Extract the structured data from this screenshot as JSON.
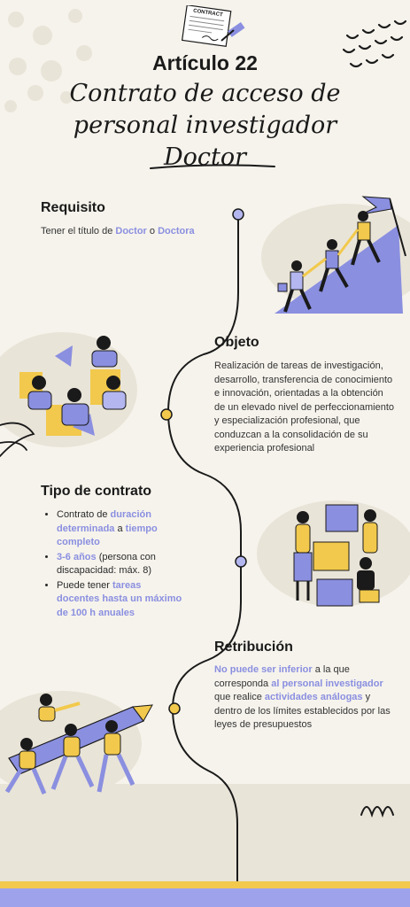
{
  "header": {
    "contract_label": "CONTRACT",
    "article": "Artículo 22",
    "subtitle_lines": [
      "Contrato de acceso de",
      "personal investigador",
      "Doctor"
    ]
  },
  "requisito": {
    "title": "Requisito",
    "text_before": "Tener el título de ",
    "hl1": "Doctor",
    "mid": " o ",
    "hl2": "Doctora"
  },
  "objeto": {
    "title": "Objeto",
    "text": "Realización de tareas de investigación, desarrollo, transferencia de conocimiento e innovación, orientadas a la obtención de un elevado nivel de perfeccionamiento y especialización profesional, que conduzcan a la consolidación de su experiencia profesional"
  },
  "tipo": {
    "title": "Tipo de contrato",
    "b1_pre": "Contrato de ",
    "b1_hl1": "duración determinada",
    "b1_mid": " a ",
    "b1_hl2": "tiempo completo",
    "b2_hl": "3-6 años",
    "b2_rest": " (persona con discapacidad: máx. 8)",
    "b3_pre": "Puede tener ",
    "b3_hl": "tareas docentes hasta un máximo de 100 h anuales"
  },
  "retribucion": {
    "title": "Retribución",
    "hl1": "No puede ser inferior",
    "t1": " a la que corresponda ",
    "hl2": "al personal investigador",
    "t2": " que realice ",
    "hl3": "actividades análogas",
    "t3": " y dentro de los  límites establecidos por las leyes de presupuestos"
  },
  "colors": {
    "accent_purple": "#8a8fe0",
    "accent_yellow": "#f2c94c",
    "background": "#f6f3ec",
    "text_dark": "#1a1a1a"
  }
}
